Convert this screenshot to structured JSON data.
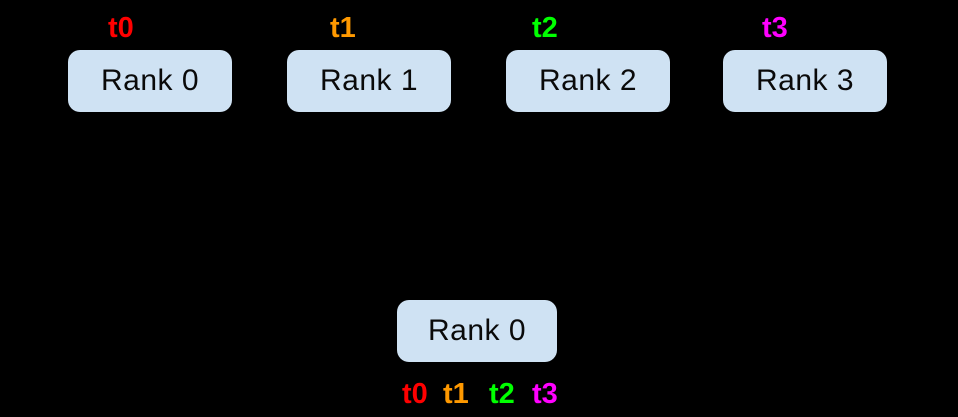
{
  "canvas": {
    "background_color": "#000000",
    "box_fill_color": "#cfe2f3",
    "box_text_color": "#0a0a0a"
  },
  "top_row": [
    {
      "thread_label": "t0",
      "thread_color": "#ff0000",
      "rank_label": "Rank 0"
    },
    {
      "thread_label": "t1",
      "thread_color": "#ff9900",
      "rank_label": "Rank 1"
    },
    {
      "thread_label": "t2",
      "thread_color": "#00ff00",
      "rank_label": "Rank 2"
    },
    {
      "thread_label": "t3",
      "thread_color": "#ff00ff",
      "rank_label": "Rank 3"
    }
  ],
  "bottom": {
    "rank_label": "Rank 0",
    "thread_labels": [
      {
        "label": "t0",
        "color": "#ff0000"
      },
      {
        "label": "t1",
        "color": "#ff9900"
      },
      {
        "label": "t2",
        "color": "#00ff00"
      },
      {
        "label": "t3",
        "color": "#ff00ff"
      }
    ]
  }
}
